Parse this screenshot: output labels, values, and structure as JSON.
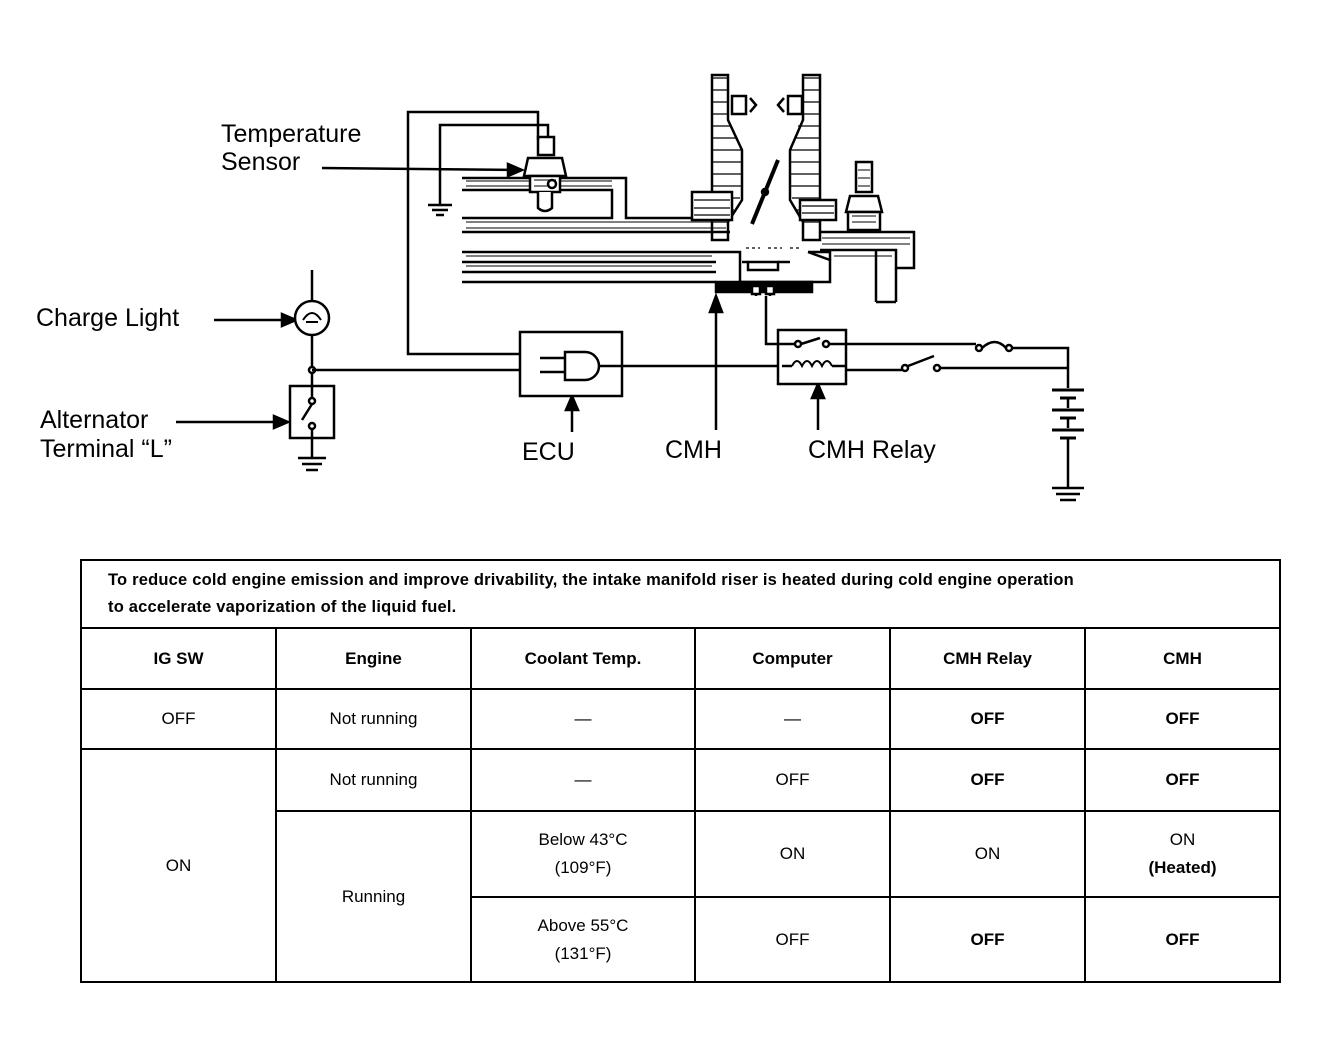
{
  "labels": {
    "temperature_sensor": [
      "Temperature",
      "Sensor"
    ],
    "charge_light": "Charge Light",
    "alternator": [
      "Alternator",
      "Terminal “L”"
    ],
    "ecu": "ECU",
    "cmh": "CMH",
    "cmh_relay": "CMH Relay"
  },
  "table": {
    "intro": [
      "To reduce cold engine emission and improve drivability, the intake manifold riser is heated during cold engine operation",
      "to accelerate vaporization of the liquid fuel."
    ],
    "headers": [
      "IG SW",
      "Engine",
      "Coolant Temp.",
      "Computer",
      "CMH Relay",
      "CMH"
    ],
    "row1": [
      "OFF",
      "Not running",
      "—",
      "—",
      "OFF",
      "OFF"
    ],
    "ig_on": "ON",
    "row2": [
      "Not running",
      "—",
      "OFF",
      "OFF",
      "OFF"
    ],
    "running": "Running",
    "row3": {
      "coolant": [
        "Below 43°C",
        "(109°F)"
      ],
      "computer": "ON",
      "cmh_relay": "ON",
      "cmh": [
        "ON",
        "(Heated)"
      ]
    },
    "row4": {
      "coolant": [
        "Above 55°C",
        "(131°F)"
      ],
      "computer": "OFF",
      "cmh_relay": "OFF",
      "cmh": "OFF"
    }
  }
}
